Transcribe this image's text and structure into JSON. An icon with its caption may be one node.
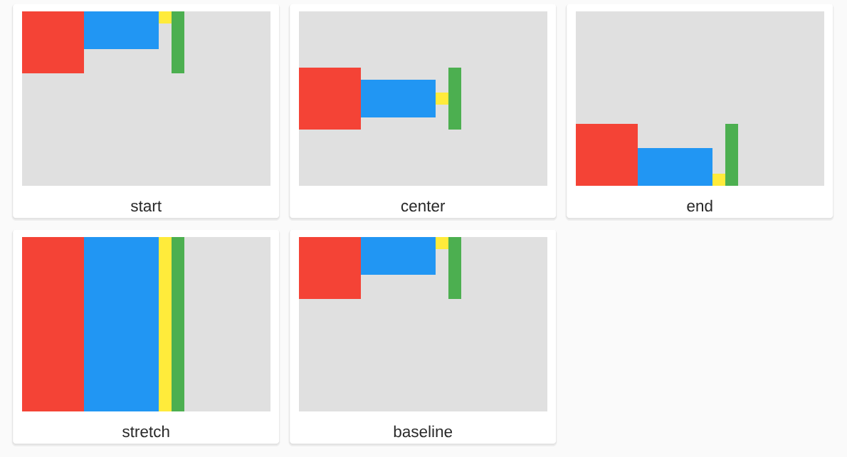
{
  "diagram": {
    "nodes": [
      {
        "text": [
          "start"
        ]
      },
      {
        "text": [
          "center"
        ]
      },
      {
        "text": [
          "end"
        ]
      },
      {
        "text": [
          "stretch"
        ]
      },
      {
        "text": [
          "baseline"
        ]
      }
    ]
  }
}
